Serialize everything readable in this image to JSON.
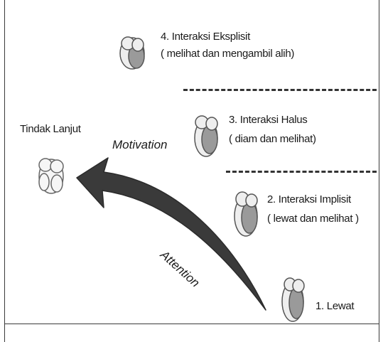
{
  "stages": [
    {
      "label": "4. Interaksi Eksplisit",
      "detail": "( melihat dan mengambil alih)"
    },
    {
      "label": "3. Interaksi Halus",
      "detail": "( diam dan melihat)"
    },
    {
      "label": "2. Interaksi Implisit",
      "detail": "( lewat dan melihat )"
    },
    {
      "label": "1. Lewat",
      "detail": ""
    }
  ],
  "outcome": {
    "label": "Tindak Lanjut"
  },
  "arrow": {
    "upper_label": "Motivation",
    "lower_label": "Attention"
  },
  "colors": {
    "ink": "#2b2b2b",
    "arrow_fill": "#3a3a3a",
    "head_light": "#eeeeee",
    "head_dark": "#9a9a9a"
  }
}
